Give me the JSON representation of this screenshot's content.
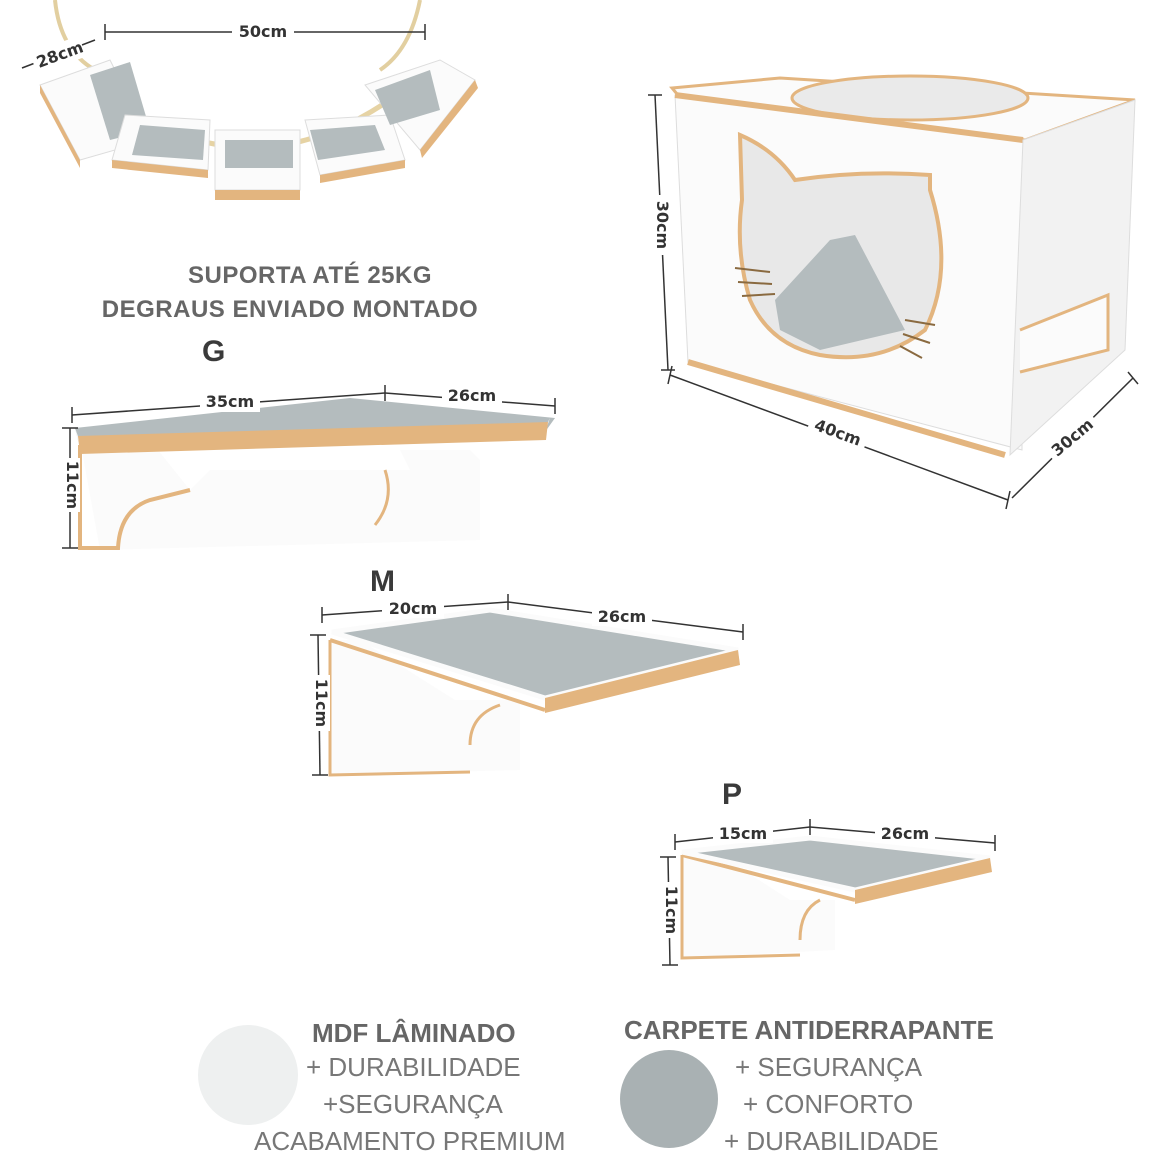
{
  "bridge": {
    "width_label": "50cm",
    "depth_label": "28cm"
  },
  "house": {
    "height_label": "30cm",
    "width_label": "40cm",
    "depth_label": "30cm"
  },
  "headline": {
    "line1": "SUPORTA ATÉ 25KG",
    "line2": "DEGRAUS ENVIADO MONTADO"
  },
  "shelves": {
    "g": {
      "letter": "G",
      "width_label": "35cm",
      "depth_label": "26cm",
      "height_label": "11cm"
    },
    "m": {
      "letter": "M",
      "width_label": "20cm",
      "depth_label": "26cm",
      "height_label": "11cm"
    },
    "p": {
      "letter": "P",
      "width_label": "15cm",
      "depth_label": "26cm",
      "height_label": "11cm"
    }
  },
  "features": {
    "mdf": {
      "title": "MDF LÂMINADO",
      "lines": [
        "+ DURABILIDADE",
        "+SEGURANÇA",
        "ACABAMENTO PREMIUM"
      ]
    },
    "carpet": {
      "title": "CARPETE ANTIDERRAPANTE",
      "lines": [
        "+ SEGURANÇA",
        "+ CONFORTO",
        "+ DURABILIDADE"
      ]
    }
  },
  "colors": {
    "wood": "#e3b57f",
    "white": "#fbfbfb",
    "carpet": "#b4bcbe",
    "swatch_mdf": "#eef0f0",
    "swatch_carpet": "#a9b1b3"
  }
}
